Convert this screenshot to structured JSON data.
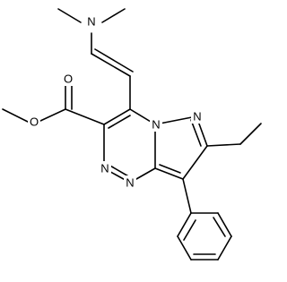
{
  "atoms": {
    "dimethylamino_N": "N",
    "ester_O_single": "O",
    "ester_O_double": "O",
    "ring_N_bridge": "N",
    "ring_N_pyrazole": "N",
    "ring_N_triazine_a": "N",
    "ring_N_triazine_b": "N"
  }
}
